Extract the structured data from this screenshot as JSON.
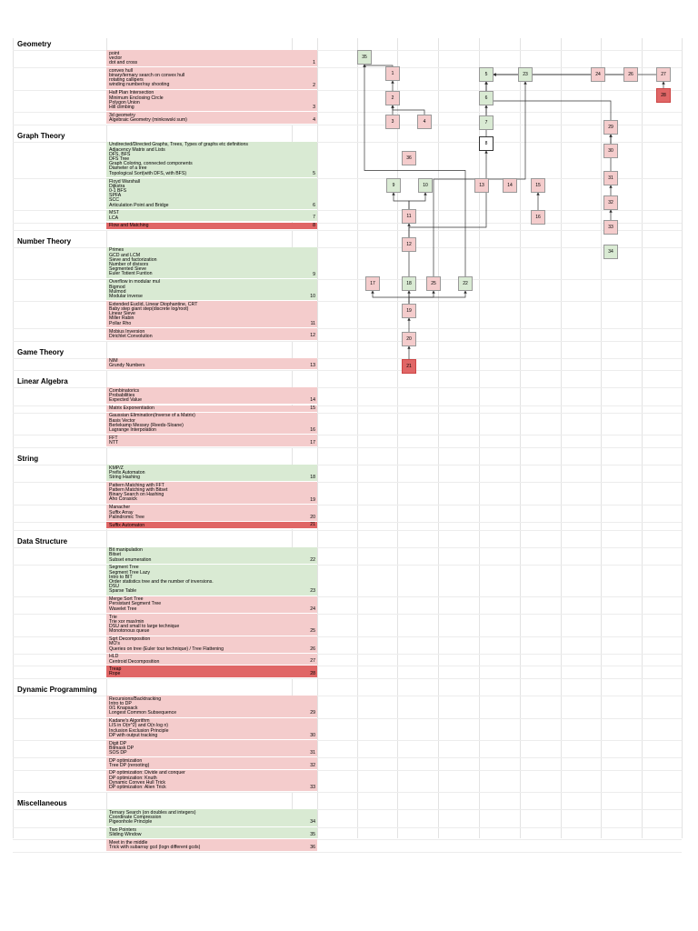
{
  "colors": {
    "done": "#d9ead3",
    "todo": "#f4cccc",
    "hard": "#e06666",
    "plain": "#ffffff"
  },
  "sections": [
    {
      "title": "Geometry",
      "blocks": [
        {
          "status": "pink",
          "lines": [
            "point",
            "vector",
            "dot and cross"
          ],
          "num": "1"
        },
        {
          "status": "pink",
          "lines": [
            "convex hull",
            "binary/ternary search on convex hull",
            "rotating callipers",
            "winding number/ray shooting"
          ],
          "num": "2"
        },
        {
          "status": "pink",
          "lines": [
            "Half Plan Intersection",
            "Minimum Enclosing Circle",
            "Polygon Union",
            "Hill climbing"
          ],
          "num": "3"
        },
        {
          "status": "pink",
          "lines": [
            "3d geometry",
            "Algebraic Geometry (minkowski sum)"
          ],
          "num": "4"
        }
      ]
    },
    {
      "title": "Graph Theory",
      "blocks": [
        {
          "status": "green",
          "lines": [
            "Undirected/Directed Graphs, Trees, Types of graphs etc definitions",
            "Adjacency Matrix and Lists",
            "DFS, BFS",
            "DFS Tree",
            "Graph Coloring, connected components",
            "Diameter of a tree",
            "Topological Sort(with DFS, with BFS)"
          ],
          "num": "5"
        },
        {
          "status": "green",
          "lines": [
            "Floyd Warshall",
            "Dijkstra",
            "0-1 BFS",
            "SPFA",
            "SCC",
            "Articulation Point and Bridge"
          ],
          "num": "6"
        },
        {
          "status": "green",
          "lines": [
            "MST",
            "LCA"
          ],
          "num": "7"
        },
        {
          "status": "red",
          "lines": [
            "Flow and Matching"
          ],
          "num": "8"
        }
      ]
    },
    {
      "title": "Number Theory",
      "blocks": [
        {
          "status": "green",
          "lines": [
            "Primes",
            "GCD and LCM",
            "Sieve and factorization",
            "Number of divisors",
            "Segmented Sieve",
            "Euler Totient Funtion"
          ],
          "num": "9"
        },
        {
          "status": "green",
          "lines": [
            "Overflow in modular mul",
            "Bigmod",
            "Mulmod",
            "Modular inverse"
          ],
          "num": "10"
        },
        {
          "status": "pink",
          "lines": [
            "Extended Euclid, Linear Diophantine, CRT",
            "Baby step giant step(discrete log/root)",
            "Linear Sieve",
            "Miller Rabin",
            "Pollar Rho"
          ],
          "num": "11"
        },
        {
          "status": "pink",
          "lines": [
            "Mobius Inversion",
            "Dirichlet Convolution"
          ],
          "num": "12"
        }
      ]
    },
    {
      "title": "Game Theory",
      "blocks": [
        {
          "status": "pink",
          "lines": [
            "NIM",
            "Grundy Numbers"
          ],
          "num": "13"
        }
      ]
    },
    {
      "title": "Linear Algebra",
      "blocks": [
        {
          "status": "pink",
          "lines": [
            "Combinatorics",
            "Probabilities",
            "Expected Value"
          ],
          "num": "14"
        },
        {
          "status": "pink",
          "lines": [
            "Matrix Exponentiation"
          ],
          "num": "15"
        },
        {
          "status": "pink",
          "lines": [
            "Gaussian Elimination(Inverse of a Matrix)",
            "Basis Vector",
            "Berlekamp Messey (Reeds-Sloane)",
            "Lagrange Interpolation"
          ],
          "num": "16"
        },
        {
          "status": "pink",
          "lines": [
            "FFT",
            "NTT"
          ],
          "num": "17"
        }
      ]
    },
    {
      "title": "String",
      "blocks": [
        {
          "status": "green",
          "lines": [
            "KMP/Z",
            "Prefix Automaton",
            "String Hashing"
          ],
          "num": "18"
        },
        {
          "status": "pink",
          "lines": [
            "Pattern Matching with FFT",
            "Pattern Matching with Bitset",
            "Binary Search on Hashing",
            "Aho Corasick"
          ],
          "num": "19"
        },
        {
          "status": "pink",
          "lines": [
            "Manacher",
            "Suffix Array",
            "Palindromic Tree"
          ],
          "num": "20"
        },
        {
          "status": "red",
          "lines": [
            "Suffix Automaton"
          ],
          "num": "21"
        }
      ]
    },
    {
      "title": "Data Structure",
      "blocks": [
        {
          "status": "green",
          "lines": [
            "Bit manipulation",
            "Bitset",
            "Subset enumeration"
          ],
          "num": "22"
        },
        {
          "status": "green",
          "lines": [
            "Segment Tree",
            "Segment Tree Lazy",
            "Intro to BIT",
            "Order statistics tree and the number of inversions.",
            "DSU",
            "Sparse Table"
          ],
          "num": "23"
        },
        {
          "status": "pink",
          "lines": [
            "Merge Sort Tree",
            "Persistant Segment Tree",
            "Wavelet Tree"
          ],
          "num": "24"
        },
        {
          "status": "pink",
          "lines": [
            "Trie",
            "Trie xor max/min",
            "DSU and small to large technique",
            "Monotonous queue"
          ],
          "num": "25"
        },
        {
          "status": "pink",
          "lines": [
            "Sqrt Decomposition",
            "MO's",
            "Queries on tree (Euler tour technique) / Tree Flattening"
          ],
          "num": "26"
        },
        {
          "status": "pink",
          "lines": [
            "HLD",
            "Centroid Decomposition"
          ],
          "num": "27"
        },
        {
          "status": "red",
          "lines": [
            "Treap",
            "Rope"
          ],
          "num": "28"
        }
      ]
    },
    {
      "title": "Dynamic Programming",
      "blocks": [
        {
          "status": "pink",
          "lines": [
            "Recursions/Backtracking",
            "Intro to DP",
            "0/1 Knapsack",
            "Longest Common Subsequence"
          ],
          "num": "29"
        },
        {
          "status": "pink",
          "lines": [
            "Kadane's Algorithm",
            "LIS in O(n^2) and O(n log n)",
            "Inclusion Exclusion Principle",
            "DP with output tracking"
          ],
          "num": "30"
        },
        {
          "status": "pink",
          "lines": [
            "Digit DP",
            "Bitmask DP",
            "SOS DP"
          ],
          "num": "31"
        },
        {
          "status": "pink",
          "lines": [
            "DP optimization",
            "Tree DP (rerooting)"
          ],
          "num": "32"
        },
        {
          "status": "pink",
          "lines": [
            "DP optimization: Divide and conquer",
            "DP optimization: Knuth",
            "Dynamic Convex Hull Trick",
            "DP optimization: Alien Trick"
          ],
          "num": "33"
        }
      ]
    },
    {
      "title": "Miscellaneous",
      "blocks": [
        {
          "status": "green",
          "lines": [
            "Ternary Search (on doubles and integers)",
            "Coordinate Compression",
            "Pigeonhole Principle"
          ],
          "num": "34"
        },
        {
          "status": "green",
          "lines": [
            "Two Pointers",
            "Sliding Window"
          ],
          "num": "35"
        },
        {
          "status": "pink",
          "lines": [
            "Meet in the middle",
            "Trick with subarray gcd (logn different gcds)"
          ],
          "num": "36"
        }
      ]
    }
  ],
  "graph": {
    "nodes": [
      {
        "id": "35",
        "label": "35",
        "status": "green"
      },
      {
        "id": "1",
        "label": "1",
        "status": "pink"
      },
      {
        "id": "2",
        "label": "2",
        "status": "pink"
      },
      {
        "id": "3",
        "label": "3",
        "status": "pink"
      },
      {
        "id": "4",
        "label": "4",
        "status": "pink"
      },
      {
        "id": "5",
        "label": "5",
        "status": "green"
      },
      {
        "id": "6",
        "label": "6",
        "status": "green"
      },
      {
        "id": "7",
        "label": "7",
        "status": "green"
      },
      {
        "id": "8",
        "label": "8",
        "status": "white"
      },
      {
        "id": "23",
        "label": "23",
        "status": "green"
      },
      {
        "id": "24",
        "label": "24",
        "status": "pink"
      },
      {
        "id": "26",
        "label": "26",
        "status": "pink"
      },
      {
        "id": "27",
        "label": "27",
        "status": "pink"
      },
      {
        "id": "28",
        "label": "28",
        "status": "red"
      },
      {
        "id": "29",
        "label": "29",
        "status": "pink"
      },
      {
        "id": "30",
        "label": "30",
        "status": "pink"
      },
      {
        "id": "31",
        "label": "31",
        "status": "pink"
      },
      {
        "id": "32",
        "label": "32",
        "status": "pink"
      },
      {
        "id": "33",
        "label": "33",
        "status": "pink"
      },
      {
        "id": "34",
        "label": "34",
        "status": "green"
      },
      {
        "id": "36",
        "label": "36",
        "status": "pink"
      },
      {
        "id": "9",
        "label": "9",
        "status": "green"
      },
      {
        "id": "10",
        "label": "10",
        "status": "green"
      },
      {
        "id": "11",
        "label": "11",
        "status": "pink"
      },
      {
        "id": "12",
        "label": "12",
        "status": "pink"
      },
      {
        "id": "13",
        "label": "13",
        "status": "pink"
      },
      {
        "id": "14",
        "label": "14",
        "status": "pink"
      },
      {
        "id": "15",
        "label": "15",
        "status": "pink"
      },
      {
        "id": "16",
        "label": "16",
        "status": "pink"
      },
      {
        "id": "17",
        "label": "17",
        "status": "pink"
      },
      {
        "id": "18",
        "label": "18",
        "status": "green"
      },
      {
        "id": "25",
        "label": "25",
        "status": "pink"
      },
      {
        "id": "22",
        "label": "22",
        "status": "green"
      },
      {
        "id": "19",
        "label": "19",
        "status": "pink"
      },
      {
        "id": "20",
        "label": "20",
        "status": "pink"
      },
      {
        "id": "21",
        "label": "21",
        "status": "red"
      }
    ],
    "edges": [
      [
        "1",
        "35"
      ],
      [
        "2",
        "1"
      ],
      [
        "3",
        "2"
      ],
      [
        "4",
        "2"
      ],
      [
        "6",
        "5"
      ],
      [
        "7",
        "6"
      ],
      [
        "8",
        "5"
      ],
      [
        "23",
        "5"
      ],
      [
        "24",
        "5"
      ],
      [
        "26",
        "5"
      ],
      [
        "27",
        "5"
      ],
      [
        "28",
        "27"
      ],
      [
        "29",
        "5"
      ],
      [
        "30",
        "29"
      ],
      [
        "31",
        "29"
      ],
      [
        "32",
        "31"
      ],
      [
        "33",
        "32"
      ],
      [
        "11",
        "9"
      ],
      [
        "11",
        "10"
      ],
      [
        "12",
        "11"
      ],
      [
        "16",
        "15"
      ],
      [
        "19",
        "17"
      ],
      [
        "19",
        "18"
      ],
      [
        "19",
        "25"
      ],
      [
        "19",
        "22"
      ],
      [
        "20",
        "19"
      ],
      [
        "21",
        "20"
      ],
      [
        "25",
        "23"
      ],
      [
        "22",
        "35"
      ],
      [
        "19",
        "8"
      ]
    ]
  }
}
